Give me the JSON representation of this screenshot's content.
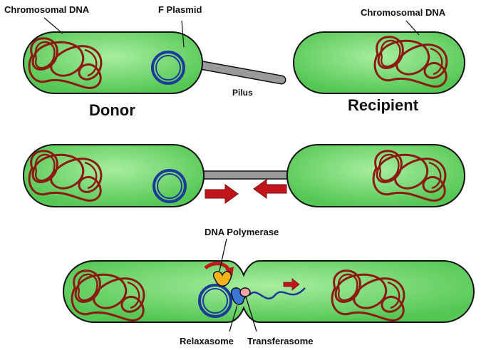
{
  "labels": {
    "chromosomal_dna_donor": "Chromosomal DNA",
    "f_plasmid": "F Plasmid",
    "chromosomal_dna_recipient": "Chromosomal DNA",
    "pilus": "Pilus",
    "donor": "Donor",
    "recipient": "Recipient",
    "dna_polymerase": "DNA Polymerase",
    "relaxasome": "Relaxasome",
    "transferasome": "Transferasome"
  },
  "colors": {
    "cell_fill_light": "#8ee48a",
    "cell_fill": "#55c755",
    "cell_stroke": "#111111",
    "chromosome": "#8b1a12",
    "plasmid": "#1b3b9b",
    "pilus": "#9a9a9a",
    "arrow": "#c0161b",
    "polymerase": "#f2b21a",
    "relaxasome": "#3a78d6",
    "transferasome": "#f3a3a8"
  }
}
